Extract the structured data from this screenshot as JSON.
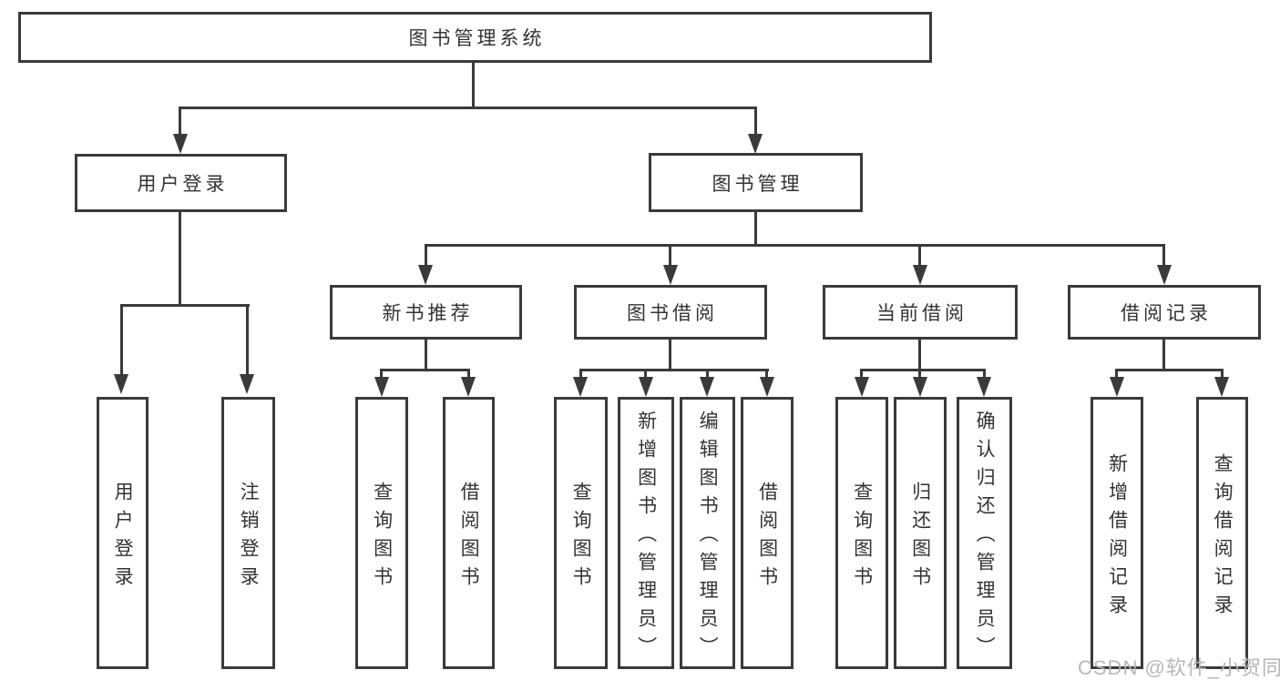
{
  "diagram": {
    "type": "tree",
    "title": "图书管理系统",
    "nodes": {
      "root": {
        "label": "图书管理系统",
        "children": [
          "user_login",
          "book_mgmt"
        ]
      },
      "user_login": {
        "label": "用户登录",
        "children": [
          "user_login_leaf",
          "logout"
        ]
      },
      "book_mgmt": {
        "label": "图书管理",
        "children": [
          "new_book_rec",
          "book_borrow",
          "current_borrow",
          "borrow_records"
        ]
      },
      "new_book_rec": {
        "label": "新书推荐",
        "children": [
          "nb_query_books",
          "nb_borrow_books"
        ]
      },
      "book_borrow": {
        "label": "图书借阅",
        "children": [
          "bb_query_books",
          "bb_add_books",
          "bb_edit_books",
          "bb_borrow_books"
        ]
      },
      "current_borrow": {
        "label": "当前借阅",
        "children": [
          "cb_query_books",
          "cb_return_books",
          "cb_confirm_return"
        ]
      },
      "borrow_records": {
        "label": "借阅记录",
        "children": [
          "br_add_record",
          "br_query_record"
        ]
      },
      "user_login_leaf": {
        "label": "用户登录",
        "children": []
      },
      "logout": {
        "label": "注销登录",
        "children": []
      },
      "nb_query_books": {
        "label": "查询图书",
        "children": []
      },
      "nb_borrow_books": {
        "label": "借阅图书",
        "children": []
      },
      "bb_query_books": {
        "label": "查询图书",
        "children": []
      },
      "bb_add_books": {
        "label": "新增图书（管理员）",
        "children": []
      },
      "bb_edit_books": {
        "label": "编辑图书（管理员）",
        "children": []
      },
      "bb_borrow_books": {
        "label": "借阅图书",
        "children": []
      },
      "cb_query_books": {
        "label": "查询图书",
        "children": []
      },
      "cb_return_books": {
        "label": "归还图书",
        "children": []
      },
      "cb_confirm_return": {
        "label": "确认归还（管理员）",
        "children": []
      },
      "br_add_record": {
        "label": "新增借阅记录",
        "children": []
      },
      "br_query_record": {
        "label": "查询借阅记录",
        "children": []
      }
    }
  },
  "watermark": {
    "text": "CSDN @软件_小贺同学"
  },
  "colors": {
    "line": "#3a3a3a",
    "text": "#333333",
    "background": "#ffffff",
    "watermark": "#b4b4b4"
  }
}
